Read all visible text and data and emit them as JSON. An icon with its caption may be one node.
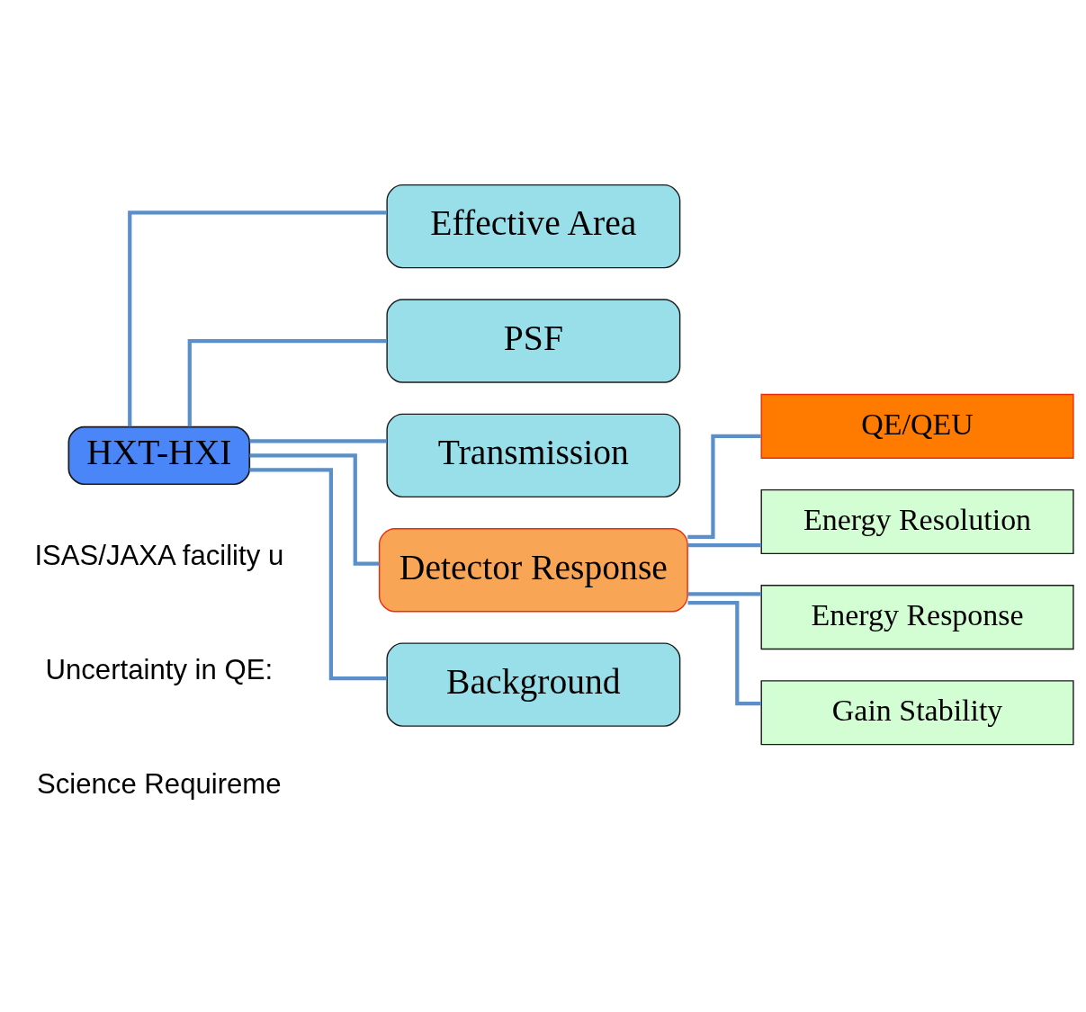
{
  "diagram": {
    "nodes": [
      {
        "text": [
          "HXT-HXI"
        ]
      },
      {
        "text": [
          "Effective Area"
        ]
      },
      {
        "text": [
          "PSF"
        ]
      },
      {
        "text": [
          "Transmission"
        ]
      },
      {
        "text": [
          "Detector Response"
        ]
      },
      {
        "text": [
          "Background"
        ]
      },
      {
        "text": [
          "QE/QEU"
        ]
      },
      {
        "text": [
          "Energy Resolution"
        ]
      },
      {
        "text": [
          "Energy Response"
        ]
      },
      {
        "text": [
          "Gain Stability"
        ]
      }
    ],
    "edges": [
      {
        "from": 0,
        "to": 1,
        "arrow": "none"
      },
      {
        "from": 0,
        "to": 2,
        "arrow": "none"
      },
      {
        "from": 0,
        "to": 3,
        "arrow": "none"
      },
      {
        "from": 0,
        "to": 4,
        "arrow": "none"
      },
      {
        "from": 0,
        "to": 5,
        "arrow": "none"
      },
      {
        "from": 4,
        "to": 6,
        "arrow": "none"
      },
      {
        "from": 4,
        "to": 7,
        "arrow": "none"
      },
      {
        "from": 4,
        "to": 8,
        "arrow": "none"
      },
      {
        "from": 4,
        "to": 9,
        "arrow": "none"
      }
    ],
    "labels": [
      "ISAS/JAXA facility u",
      "Uncertainty in QE:",
      "Science Requireme"
    ]
  }
}
